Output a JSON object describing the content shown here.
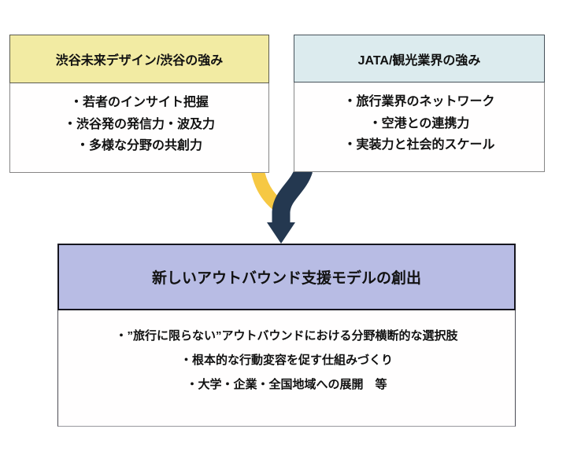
{
  "diagram": {
    "boxes": {
      "shibuya": {
        "title": "渋谷未来デザイン/渋谷の強み",
        "items": [
          "・若者のインサイト把握",
          "・渋谷発の発信力・波及力",
          "・多様な分野の共創力"
        ]
      },
      "jata": {
        "title": "JATA/観光業界の強み",
        "items": [
          "・旅行業界のネットワーク",
          "・空港との連携力",
          "・実装力と社会的スケール"
        ]
      },
      "result": {
        "title": "新しいアウトバウンド支援モデルの創出",
        "items": [
          "・”旅行に限らない”アウトバウンドにおける分野横断的な選択肢",
          "・根本的な行動変容を促す仕組みづくり",
          "・大学・企業・全国地域への展開　等"
        ]
      }
    },
    "colors": {
      "shibuya_header_bg": "#f2eba3",
      "jata_header_bg": "#dcebee",
      "result_header_bg": "#b8bce4",
      "arrow_yellow": "#f6c843",
      "arrow_navy": "#243850"
    }
  }
}
